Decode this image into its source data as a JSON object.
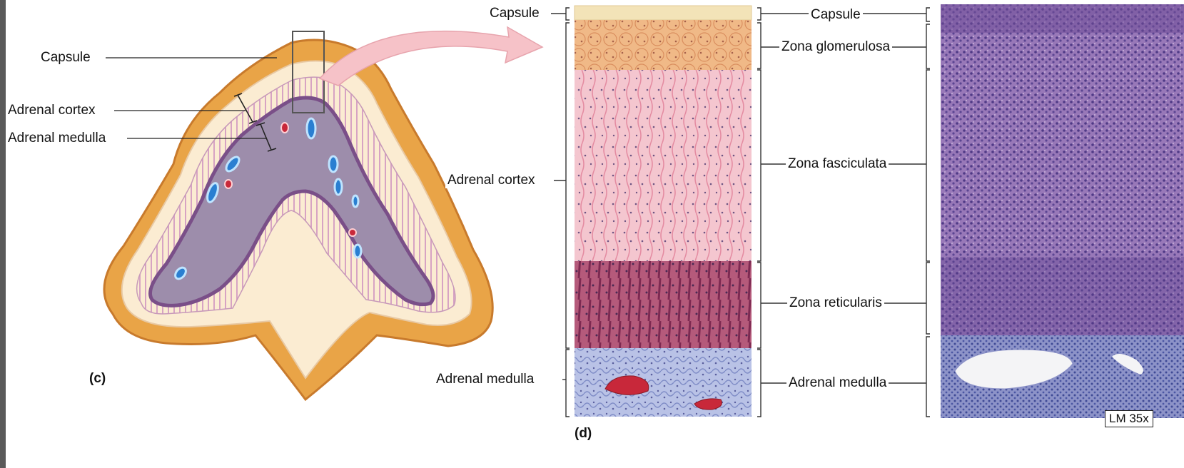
{
  "figure_c": {
    "panel_label": "(c)",
    "labels": {
      "capsule": "Capsule",
      "cortex": "Adrenal cortex",
      "medulla": "Adrenal medulla"
    }
  },
  "figure_d": {
    "panel_label": "(d)",
    "left_labels": {
      "capsule": "Capsule",
      "cortex": "Adrenal cortex",
      "medulla": "Adrenal medulla"
    },
    "zone_labels": {
      "capsule": "Capsule",
      "glomerulosa": "Zona glomerulosa",
      "fasciculata": "Zona fasciculata",
      "reticularis": "Zona reticularis",
      "medulla": "Adrenal medulla"
    },
    "micrograph_magnification": "LM 35x"
  },
  "colors": {
    "capsule": "#f3e3b8",
    "glomerulosa": "#f0b987",
    "fasciculata": "#f4c6cf",
    "reticularis": "#b55a7b",
    "medulla": "#b9c2e6",
    "gland_outer": "#e9a447",
    "gland_medulla": "#9d8dab",
    "vessel_blue": "#2a7fd1",
    "vessel_red": "#c8283a",
    "arrow": "#f6c2c8",
    "micrograph": "#8a6aab"
  }
}
